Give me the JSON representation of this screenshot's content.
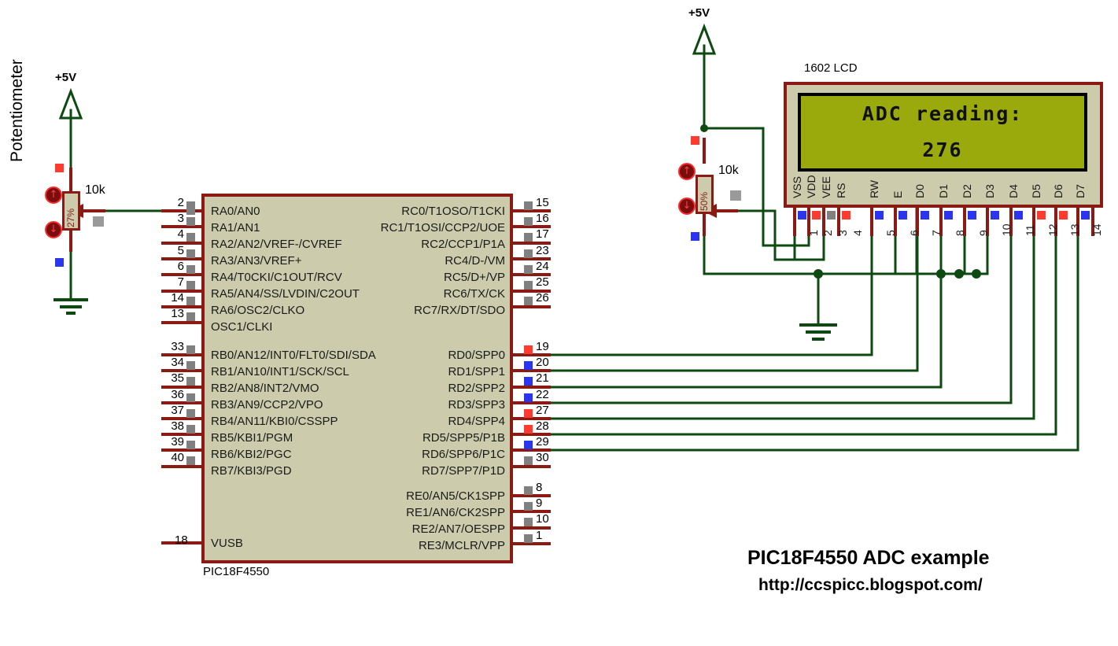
{
  "title": {
    "main": "PIC18F4550 ADC example",
    "url": "http://ccspicc.blogspot.com/"
  },
  "mcu": {
    "part_label": "PIC18F4550",
    "left_pins": [
      {
        "num": "2",
        "name": "RA0/AN0",
        "color": "grey"
      },
      {
        "num": "3",
        "name": "RA1/AN1",
        "color": "grey"
      },
      {
        "num": "4",
        "name": "RA2/AN2/VREF-/CVREF",
        "color": "grey"
      },
      {
        "num": "5",
        "name": "RA3/AN3/VREF+",
        "color": "grey"
      },
      {
        "num": "6",
        "name": "RA4/T0CKI/C1OUT/RCV",
        "color": "grey"
      },
      {
        "num": "7",
        "name": "RA5/AN4/SS/LVDIN/C2OUT",
        "color": "grey"
      },
      {
        "num": "14",
        "name": "RA6/OSC2/CLKO",
        "color": "grey"
      },
      {
        "num": "13",
        "name": "OSC1/CLKI",
        "color": "grey"
      }
    ],
    "left_pins_b": [
      {
        "num": "33",
        "name": "RB0/AN12/INT0/FLT0/SDI/SDA",
        "color": "grey"
      },
      {
        "num": "34",
        "name": "RB1/AN10/INT1/SCK/SCL",
        "color": "grey"
      },
      {
        "num": "35",
        "name": "RB2/AN8/INT2/VMO",
        "color": "grey"
      },
      {
        "num": "36",
        "name": "RB3/AN9/CCP2/VPO",
        "color": "grey"
      },
      {
        "num": "37",
        "name": "RB4/AN11/KBI0/CSSPP",
        "color": "grey"
      },
      {
        "num": "38",
        "name": "RB5/KBI1/PGM",
        "color": "grey"
      },
      {
        "num": "39",
        "name": "RB6/KBI2/PGC",
        "color": "grey"
      },
      {
        "num": "40",
        "name": "RB7/KBI3/PGD",
        "color": "grey"
      }
    ],
    "left_pin_vusb": {
      "num": "18",
      "name": "VUSB"
    },
    "right_pins_c": [
      {
        "num": "15",
        "name": "RC0/T1OSO/T1CKI",
        "color": "grey"
      },
      {
        "num": "16",
        "name": "RC1/T1OSI/CCP2/UOE",
        "color": "grey"
      },
      {
        "num": "17",
        "name": "RC2/CCP1/P1A",
        "color": "grey"
      },
      {
        "num": "23",
        "name": "RC4/D-/VM",
        "color": "grey"
      },
      {
        "num": "24",
        "name": "RC5/D+/VP",
        "color": "grey"
      },
      {
        "num": "25",
        "name": "RC6/TX/CK",
        "color": "grey"
      },
      {
        "num": "26",
        "name": "RC7/RX/DT/SDO",
        "color": "grey"
      }
    ],
    "right_pins_d": [
      {
        "num": "19",
        "name": "RD0/SPP0",
        "color": "red"
      },
      {
        "num": "20",
        "name": "RD1/SPP1",
        "color": "blue"
      },
      {
        "num": "21",
        "name": "RD2/SPP2",
        "color": "blue"
      },
      {
        "num": "22",
        "name": "RD3/SPP3",
        "color": "blue"
      },
      {
        "num": "27",
        "name": "RD4/SPP4",
        "color": "red"
      },
      {
        "num": "28",
        "name": "RD5/SPP5/P1B",
        "color": "red"
      },
      {
        "num": "29",
        "name": "RD6/SPP6/P1C",
        "color": "blue"
      },
      {
        "num": "30",
        "name": "RD7/SPP7/P1D",
        "color": "grey"
      }
    ],
    "right_pins_e": [
      {
        "num": "8",
        "name": "RE0/AN5/CK1SPP",
        "color": "grey"
      },
      {
        "num": "9",
        "name": "RE1/AN6/CK2SPP",
        "color": "grey"
      },
      {
        "num": "10",
        "name": "RE2/AN7/OESPP",
        "color": "grey"
      },
      {
        "num": "1",
        "name": "RE3/MCLR/VPP",
        "color": "grey"
      }
    ]
  },
  "lcd": {
    "caption": "1602 LCD",
    "line1": "ADC reading:",
    "line2": "276",
    "pins": [
      {
        "num": "1",
        "name": "VSS",
        "color": "blue"
      },
      {
        "num": "2",
        "name": "VDD",
        "color": "red"
      },
      {
        "num": "3",
        "name": "VEE",
        "color": "grey"
      },
      {
        "num": "4",
        "name": "RS",
        "color": "red"
      },
      {
        "num": "5",
        "name": "RW",
        "color": "blue"
      },
      {
        "num": "6",
        "name": "E",
        "color": "blue"
      },
      {
        "num": "7",
        "name": "D0",
        "color": "blue"
      },
      {
        "num": "8",
        "name": "D1",
        "color": "blue"
      },
      {
        "num": "9",
        "name": "D2",
        "color": "blue"
      },
      {
        "num": "10",
        "name": "D3",
        "color": "blue"
      },
      {
        "num": "11",
        "name": "D4",
        "color": "blue"
      },
      {
        "num": "12",
        "name": "D5",
        "color": "red"
      },
      {
        "num": "13",
        "name": "D6",
        "color": "red"
      },
      {
        "num": "14",
        "name": "D7",
        "color": "blue"
      }
    ]
  },
  "potentiometer_left": {
    "caption": "Potentiometer",
    "value_label": "10k",
    "percent": "27%",
    "up_arrow": "↑",
    "down_arrow": "↓"
  },
  "potentiometer_right": {
    "value_label": "10k",
    "percent": "50%",
    "up_arrow": "↑",
    "down_arrow": "↓"
  },
  "supplies": {
    "left_5v": "+5V",
    "right_5v": "+5V"
  },
  "colors": {
    "wire": "#0d4a12",
    "pin_lead": "#8b1a14",
    "body_fill": "#ccccad",
    "lcd_screen": "#9aa90b",
    "pin_red": "#ff3b30",
    "pin_blue": "#2b35ef",
    "pin_grey": "#808080"
  }
}
